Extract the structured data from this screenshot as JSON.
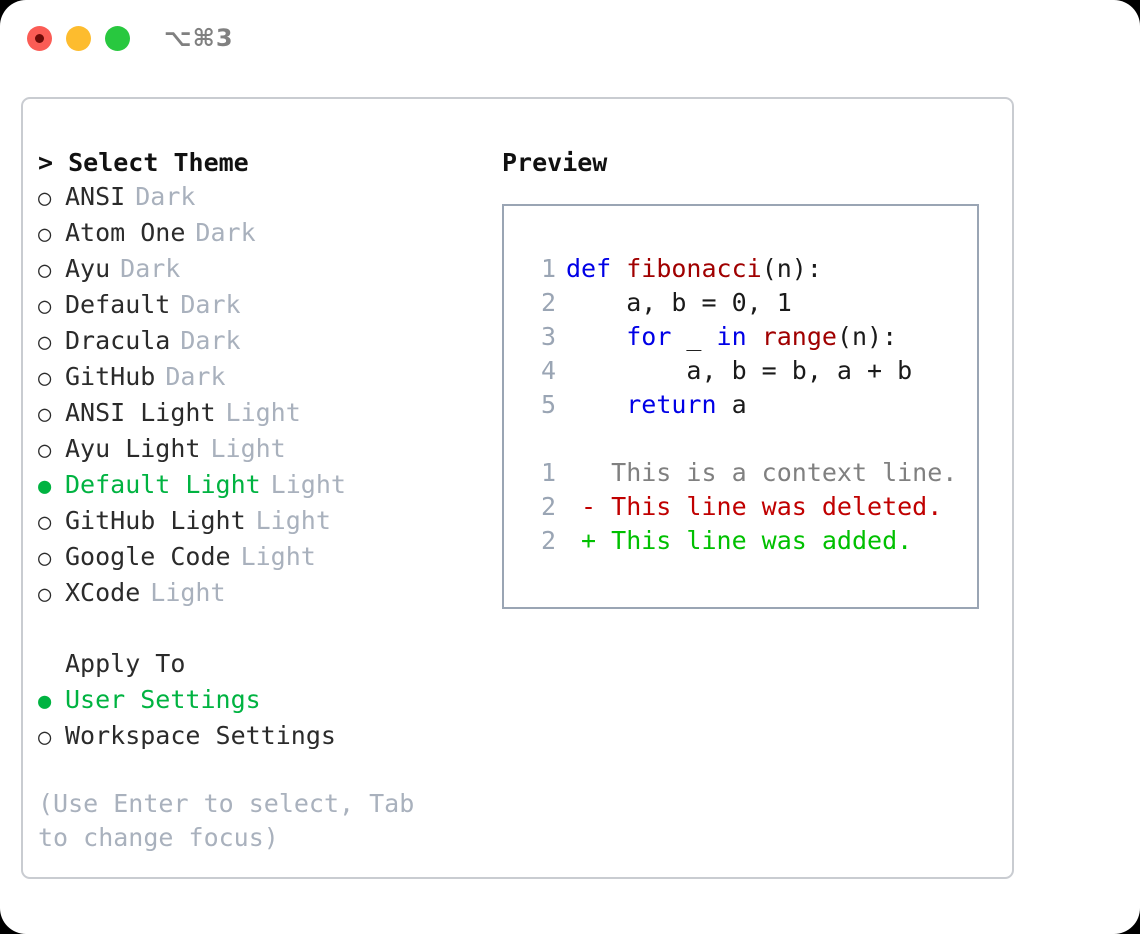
{
  "window": {
    "traffic_lights": [
      {
        "name": "close",
        "color": "#fb5c55"
      },
      {
        "name": "minimize",
        "color": "#fdbc2e"
      },
      {
        "name": "zoom",
        "color": "#28c83f"
      }
    ],
    "shortcut": "⌥⌘3"
  },
  "theme_panel": {
    "heading": "> Select Theme",
    "items": [
      {
        "bullet": "○",
        "name": "ANSI",
        "tag": "Dark",
        "selected": false
      },
      {
        "bullet": "○",
        "name": "Atom One",
        "tag": "Dark",
        "selected": false
      },
      {
        "bullet": "○",
        "name": "Ayu",
        "tag": "Dark",
        "selected": false
      },
      {
        "bullet": "○",
        "name": "Default",
        "tag": "Dark",
        "selected": false
      },
      {
        "bullet": "○",
        "name": "Dracula",
        "tag": "Dark",
        "selected": false
      },
      {
        "bullet": "○",
        "name": "GitHub",
        "tag": "Dark",
        "selected": false
      },
      {
        "bullet": "○",
        "name": "ANSI Light",
        "tag": "Light",
        "selected": false
      },
      {
        "bullet": "○",
        "name": "Ayu Light",
        "tag": "Light",
        "selected": false
      },
      {
        "bullet": "●",
        "name": "Default Light",
        "tag": "Light",
        "selected": true
      },
      {
        "bullet": "○",
        "name": "GitHub Light",
        "tag": "Light",
        "selected": false
      },
      {
        "bullet": "○",
        "name": "Google Code",
        "tag": "Light",
        "selected": false
      },
      {
        "bullet": "○",
        "name": "XCode",
        "tag": "Light",
        "selected": false
      }
    ]
  },
  "apply_to": {
    "heading": "Apply To",
    "items": [
      {
        "bullet": "●",
        "name": "User Settings",
        "selected": true
      },
      {
        "bullet": "○",
        "name": "Workspace Settings",
        "selected": false
      }
    ]
  },
  "hint": "(Use Enter to select, Tab to change focus)",
  "preview": {
    "heading": "Preview",
    "code_lines": [
      {
        "lno": "1",
        "segments": [
          {
            "t": "def ",
            "c": "kw"
          },
          {
            "t": "fibonacci",
            "c": "fn"
          },
          {
            "t": "(n):",
            "c": "pl"
          }
        ]
      },
      {
        "lno": "2",
        "segments": [
          {
            "t": "    a, b = 0, 1",
            "c": "pl"
          }
        ]
      },
      {
        "lno": "3",
        "segments": [
          {
            "t": "    ",
            "c": "pl"
          },
          {
            "t": "for",
            "c": "kw"
          },
          {
            "t": " _ ",
            "c": "pl"
          },
          {
            "t": "in ",
            "c": "kw"
          },
          {
            "t": "range",
            "c": "fn"
          },
          {
            "t": "(n):",
            "c": "pl"
          }
        ]
      },
      {
        "lno": "4",
        "segments": [
          {
            "t": "        a, b = b, a + b",
            "c": "pl"
          }
        ]
      },
      {
        "lno": "5",
        "segments": [
          {
            "t": "    ",
            "c": "pl"
          },
          {
            "t": "return",
            "c": "kw"
          },
          {
            "t": " a",
            "c": "pl"
          }
        ]
      },
      {
        "lno": "",
        "segments": [
          {
            "t": " ",
            "c": "pl"
          }
        ]
      },
      {
        "lno": "1",
        "segments": [
          {
            "t": "   This is a context line.",
            "c": "ctx"
          }
        ]
      },
      {
        "lno": "2",
        "segments": [
          {
            "t": " - This line was deleted.",
            "c": "del"
          }
        ]
      },
      {
        "lno": "2",
        "segments": [
          {
            "t": " + This line was added.",
            "c": "add"
          }
        ]
      }
    ]
  },
  "colors": {
    "accent_green": "#00b341",
    "muted": "#a9b1bd",
    "keyword": "#0000e6",
    "function": "#a00000",
    "diff_deleted": "#c00000",
    "diff_added": "#00c000"
  }
}
